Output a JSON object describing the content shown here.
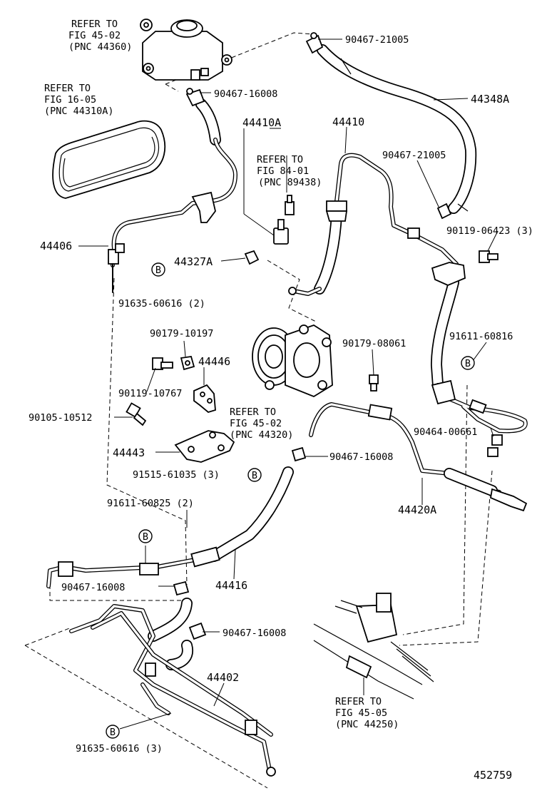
{
  "refs": {
    "fig4502_top": {
      "line1": "REFER TO",
      "line2": "FIG 45-02",
      "line3": "(PNC 44360)"
    },
    "fig1605": {
      "line1": "REFER TO",
      "line2": "FIG 16-05",
      "line3": "(PNC 44310A)"
    },
    "fig8401": {
      "line1": "REFER TO",
      "line2": "FIG 84-01",
      "line3": "(PNC 89438)"
    },
    "fig4502_pump": {
      "line1": "REFER TO",
      "line2": "FIG 45-02",
      "line3": "(PNC 44320)"
    },
    "fig4505": {
      "line1": "REFER TO",
      "line2": "FIG 45-05",
      "line3": "(PNC 44250)"
    }
  },
  "parts": {
    "p90467_21005_a": "90467-21005",
    "p44348A": "44348A",
    "p90467_16008_a": "90467-16008",
    "p44410A": "44410A",
    "p44410": "44410",
    "p90467_21005_b": "90467-21005",
    "p90119_06423": "90119-06423 (3)",
    "p44406": "44406",
    "p44327A": "44327A",
    "p91635_60616_2": "91635-60616 (2)",
    "p90179_10197": "90179-10197",
    "p44446": "44446",
    "p90119_10767": "90119-10767",
    "p90179_08061": "90179-08061",
    "p91611_60816": "91611-60816",
    "p90105_10512": "90105-10512",
    "p44443": "44443",
    "p90464_00661": "90464-00661",
    "p90467_16008_b": "90467-16008",
    "p91515_61035": "91515-61035 (3)",
    "p44420A": "44420A",
    "p91611_60825": "91611-60825 (2)",
    "p90467_16008_c": "90467-16008",
    "p44416": "44416",
    "p90467_16008_d": "90467-16008",
    "p44402": "44402",
    "p91635_60616_3": "91635-60616 (3)"
  },
  "callout_letter": "B",
  "diagram_number": "452759"
}
